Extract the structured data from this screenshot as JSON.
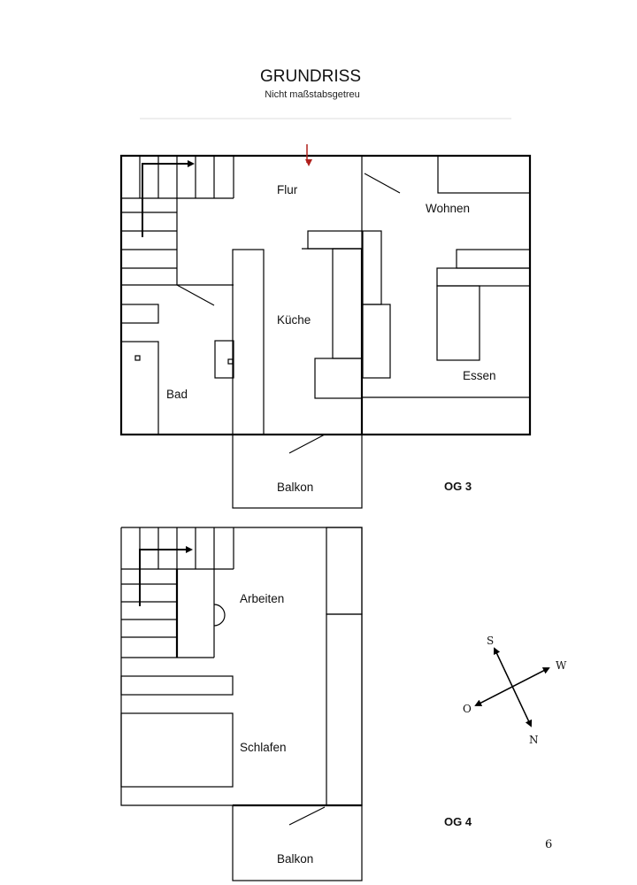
{
  "header": {
    "title": "GRUNDRISS",
    "subtitle": "Nicht maßstabsgetreu"
  },
  "floor_og3": {
    "level_label": "OG 3",
    "rooms": {
      "flur": "Flur",
      "wohnen": "Wohnen",
      "kueche": "Küche",
      "bad": "Bad",
      "essen": "Essen",
      "balkon": "Balkon"
    },
    "entrance_arrow_color": "#b0201c"
  },
  "floor_og4": {
    "level_label": "OG 4",
    "rooms": {
      "arbeiten": "Arbeiten",
      "schlafen": "Schlafen",
      "balkon": "Balkon"
    }
  },
  "compass": {
    "north": "N",
    "south": "S",
    "west": "W",
    "east": "O"
  },
  "footer": {
    "page_number": "6"
  }
}
